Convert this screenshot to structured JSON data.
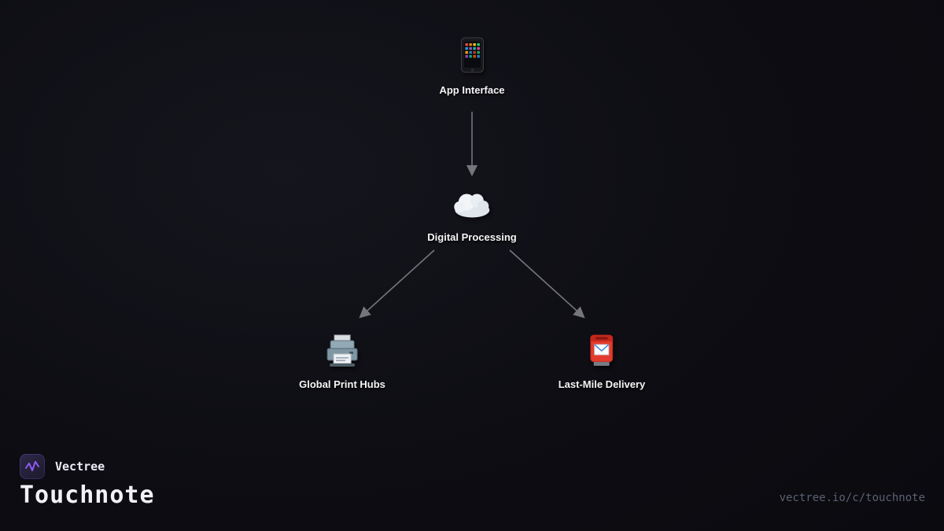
{
  "diagram": {
    "nodes": [
      {
        "id": "app-interface",
        "icon": "smartphone-icon",
        "label": "App Interface"
      },
      {
        "id": "digital-processing",
        "icon": "cloud-icon",
        "label": "Digital Processing"
      },
      {
        "id": "global-print-hubs",
        "icon": "printer-icon",
        "label": "Global Print Hubs"
      },
      {
        "id": "last-mile-delivery",
        "icon": "mailbox-icon",
        "label": "Last-Mile Delivery"
      }
    ],
    "edges": [
      {
        "from": "app-interface",
        "to": "digital-processing"
      },
      {
        "from": "digital-processing",
        "to": "global-print-hubs"
      },
      {
        "from": "digital-processing",
        "to": "last-mile-delivery"
      }
    ],
    "edge_color": "#75757c"
  },
  "footer": {
    "brand": "Vectree",
    "title": "Touchnote",
    "url": "vectree.io/c/touchnote",
    "accent_color": "#8b5cf6"
  }
}
